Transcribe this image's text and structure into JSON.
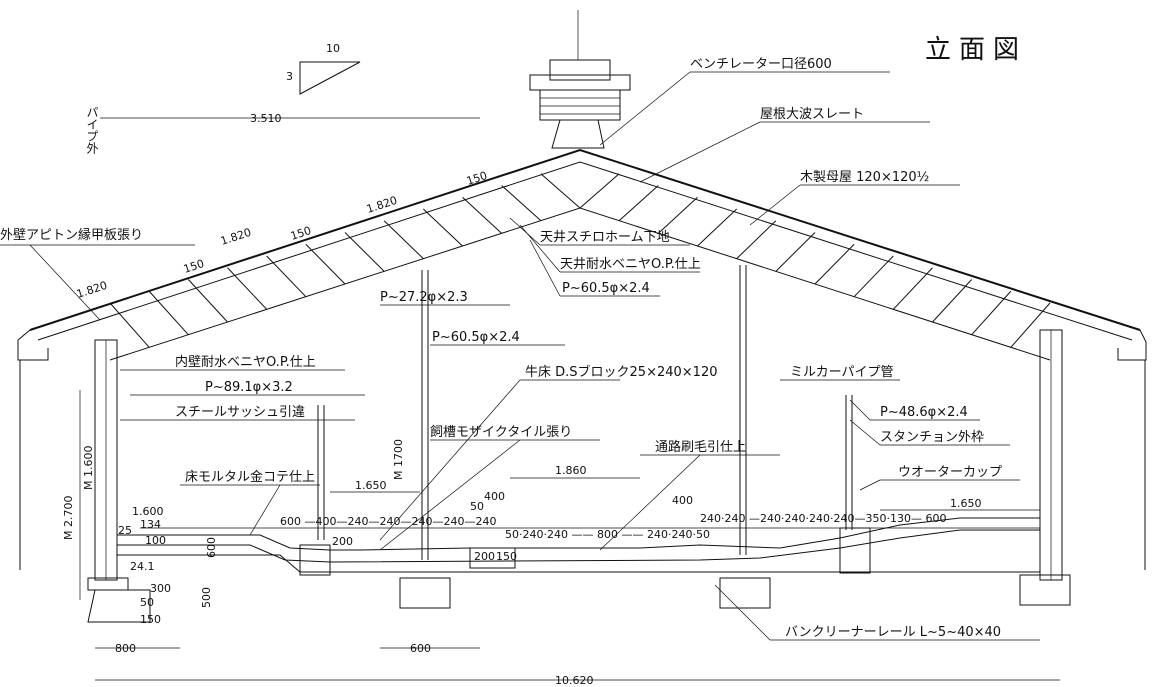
{
  "title": "立面図",
  "slope": {
    "run": "10",
    "rise": "3"
  },
  "labels": {
    "ventilator": "ベンチレーター口径600",
    "roof_slate": "屋根大波スレート",
    "purlin": "木製母屋 120×120½",
    "pipe_outside": "パイプ外",
    "exterior_wall": "外壁アピトン縁甲板張り",
    "ceiling_styrofoam": "天井スチロホーム下地",
    "ceiling_plywood": "天井耐水ベニヤO.P.仕上",
    "pipe_60_top": "P~60.5φ×2.4",
    "pipe_27": "P~27.2φ×2.3",
    "pipe_60_mid": "P~60.5φ×2.4",
    "interior_wall": "内壁耐水ベニヤO.P.仕上",
    "pipe_89": "P~89.1φ×3.2",
    "steel_sash": "スチールサッシュ引違",
    "cattle_floor": "牛床 D.Sブロック25×240×120",
    "feed_trough": "飼槽モザイクタイル張り",
    "passage": "通路刷毛引仕上",
    "milker_pipe": "ミルカーパイプ管",
    "pipe_48": "P~48.6φ×2.4",
    "stanchion": "スタンチョン外枠",
    "water_cup": "ウオーターカップ",
    "floor_mortar": "床モルタル金コテ仕上",
    "barn_cleaner": "バンクリーナーレール L~5~40×40"
  },
  "dims": {
    "d3510": "3.510",
    "d1820a": "1.820",
    "d1820b": "1.820",
    "d1820c": "1.820",
    "d150a": "150",
    "d150b": "150",
    "d150c": "150",
    "m2700": "M 2.700",
    "m1600": "M 1.600",
    "m1700": "M 1700",
    "d1650a": "1.650",
    "d1650b": "1.650",
    "d1860": "1.860",
    "d1600": "1.600",
    "d25": "25",
    "d134": "134",
    "d100": "100",
    "d600v": "600",
    "d241": "24.1",
    "d200a": "200",
    "d200b": "200",
    "d150d": "150",
    "d300": "300",
    "d500": "500",
    "d50": "50",
    "d150e": "150",
    "d400a": "400",
    "d400b": "400",
    "d50b": "50",
    "d800": "800",
    "d600b": "600",
    "d10620": "10.620",
    "row_left": "600 —400—240—240—240—240—240",
    "row_mid": "50·240·240 —— 800 —— 240·240·50",
    "row_right": "240·240 —240·240·240·240—350·130— 600"
  }
}
